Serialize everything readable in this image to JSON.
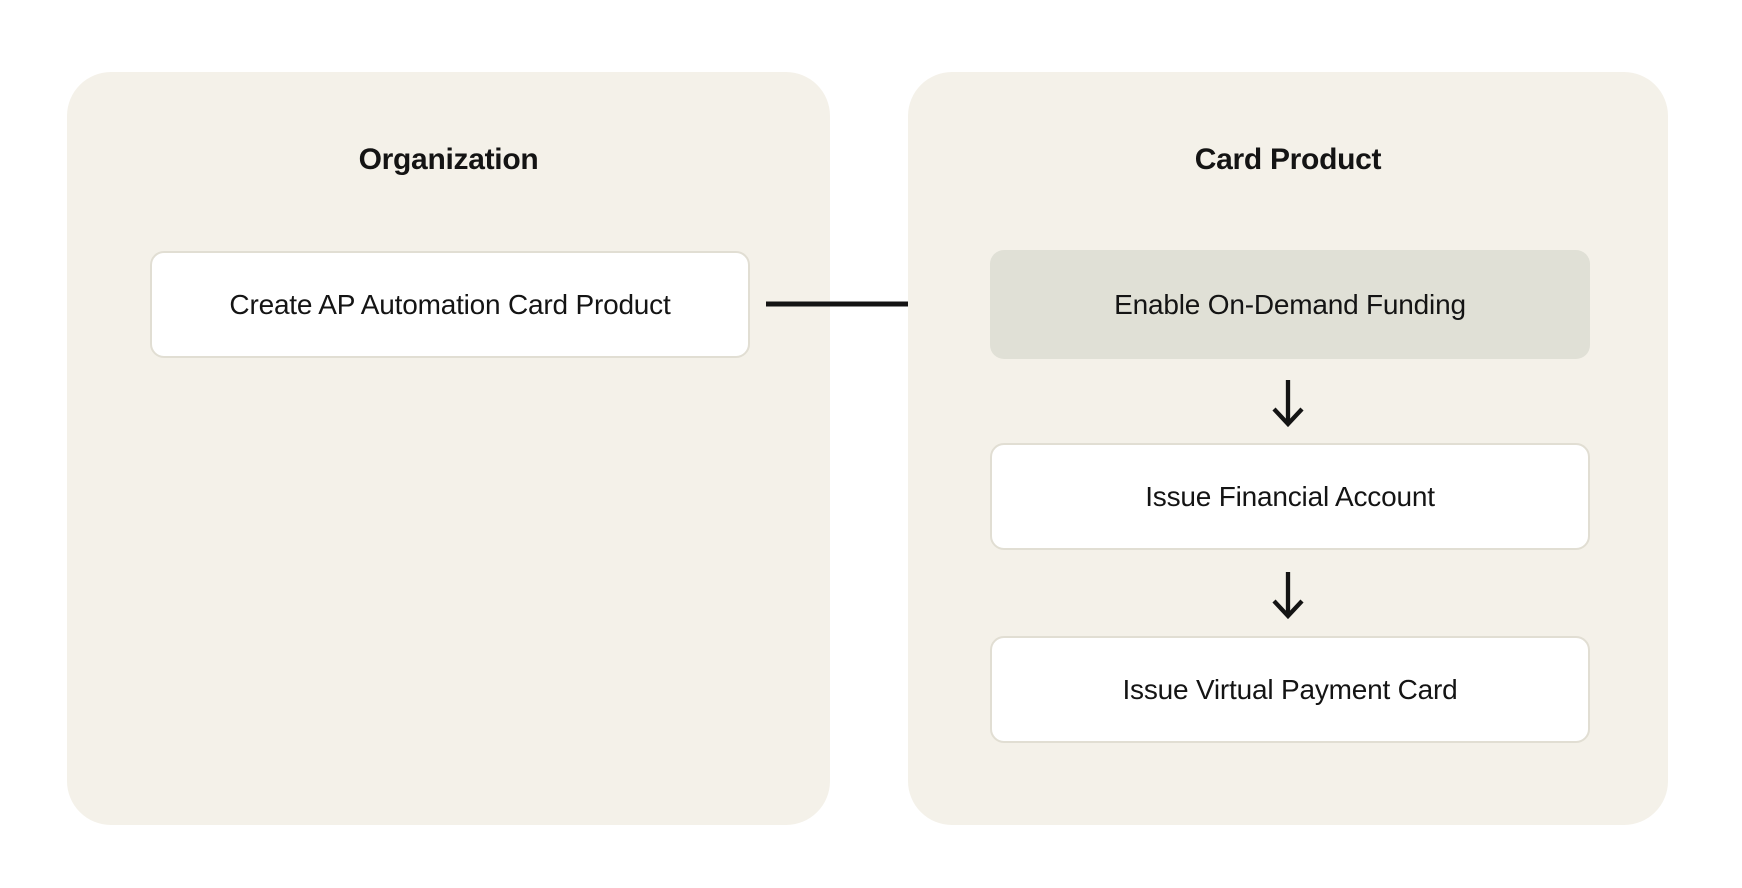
{
  "diagram": {
    "panels": [
      {
        "title": "Organization",
        "nodes": [
          {
            "label": "Create AP Automation Card Product",
            "variant": "default"
          }
        ]
      },
      {
        "title": "Card Product",
        "nodes": [
          {
            "label": "Enable On-Demand Funding",
            "variant": "highlighted"
          },
          {
            "label": "Issue Financial Account",
            "variant": "default"
          },
          {
            "label": "Issue Virtual Payment Card",
            "variant": "default"
          }
        ]
      }
    ],
    "flow": [
      "Create AP Automation Card Product -> Enable On-Demand Funding",
      "Enable On-Demand Funding -> Issue Financial Account",
      "Issue Financial Account -> Issue Virtual Payment Card"
    ],
    "colors": {
      "panel_bg": "#f4f1e9",
      "node_bg": "#ffffff",
      "node_border": "#e1ded3",
      "highlight_node_bg": "#e0e0d6",
      "text": "#141414",
      "arrow": "#141414"
    }
  }
}
